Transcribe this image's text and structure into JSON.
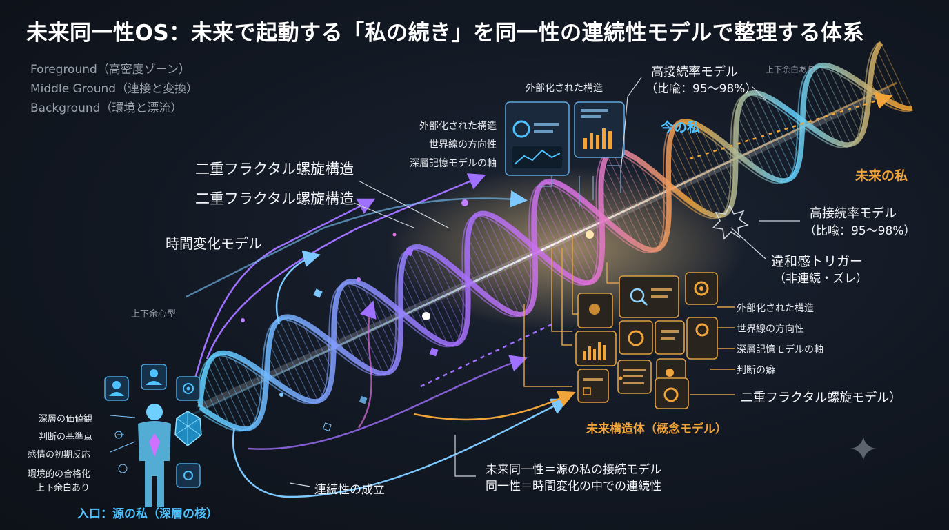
{
  "title": "未来同一性OS：未来で起動する「私の続き」を同一性の連続性モデルで整理する体系",
  "legend": [
    "Foreground（高密度ゾーン）",
    "Middle Ground（連接と変換）",
    "Background（環境と漂流）"
  ],
  "top": {
    "ext_header": "外部化された構造",
    "model_title": "高接続率モデル",
    "model_ratio": "（比喩：95〜98%）",
    "margin_note": "上下余白あり",
    "now_me": "今の私",
    "future_me": "未来の私"
  },
  "left_list": [
    "外部化された構造",
    "世界線の方向性",
    "深層記憶モデルの軸"
  ],
  "spiral_labels": [
    "二重フラクタル螺旋構造",
    "二重フラクタル螺旋構造"
  ],
  "time_model": "時間変化モデル",
  "margin_type": "上下余心型",
  "right_model": {
    "title": "高接続率モデル",
    "ratio": "（比喩：95〜98%）"
  },
  "trigger": {
    "title": "違和感トリガー",
    "sub": "（非連続・ズレ）"
  },
  "right_list": [
    "外部化された構造",
    "世界線の方向性",
    "深層記憶モデルの軸",
    "判断の癖"
  ],
  "fractal_model": "二重フラクタル螺旋モデル）",
  "future_body": "未来構造体（概念モデル）",
  "bottom_note": [
    "未来同一性＝源の私の接続モデル",
    "同一性＝時間変化の中での連続性"
  ],
  "continuity": "連続性の成立",
  "source_list": [
    "深層の価値観",
    "判断の基準点",
    "感情の初期反応",
    "環境的の合格化",
    "上下余白あり"
  ],
  "entry": "入口：源の私（深層の核）",
  "colors": {
    "cyan": "#4fc3ff",
    "purple": "#b06cff",
    "pink": "#e070e0",
    "orange": "#f0a43a",
    "bg": "#121822"
  },
  "icons": [
    "user-icon",
    "crystal-icon",
    "eye-icon",
    "search-icon",
    "gear-icon",
    "bar-chart-icon",
    "donut-chart-icon",
    "spark-icon"
  ]
}
